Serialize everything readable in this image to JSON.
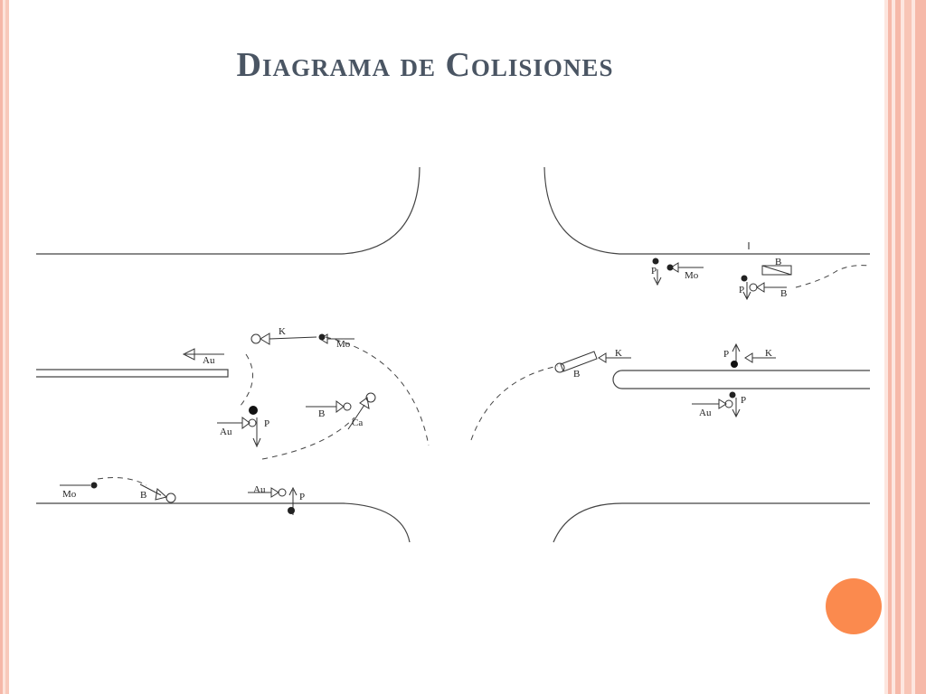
{
  "slide": {
    "title": "Diagrama de Colisiones"
  },
  "labels": {
    "k_top": "K",
    "mo_top": "Mo",
    "au_left": "Au",
    "au_mid": "Au",
    "p_mid": "P",
    "b_mid": "B",
    "ca_mid": "Ca",
    "mo_bottom": "Mo",
    "b_bottom": "B",
    "au_bottom": "Au",
    "p_bottom": "P",
    "p_tr1": "P",
    "mo_tr": "Mo",
    "b_tr_box": "B",
    "p_tr2": "P",
    "b_tr2": "B",
    "k_right": "K",
    "b_right": "B",
    "p_right1": "P",
    "k_right2": "K",
    "p_right2": "P",
    "au_right": "Au"
  },
  "colors": {
    "title": "#4a5563",
    "accent_circle": "#fb8a4e",
    "border_pink": "#f6b9a9"
  }
}
